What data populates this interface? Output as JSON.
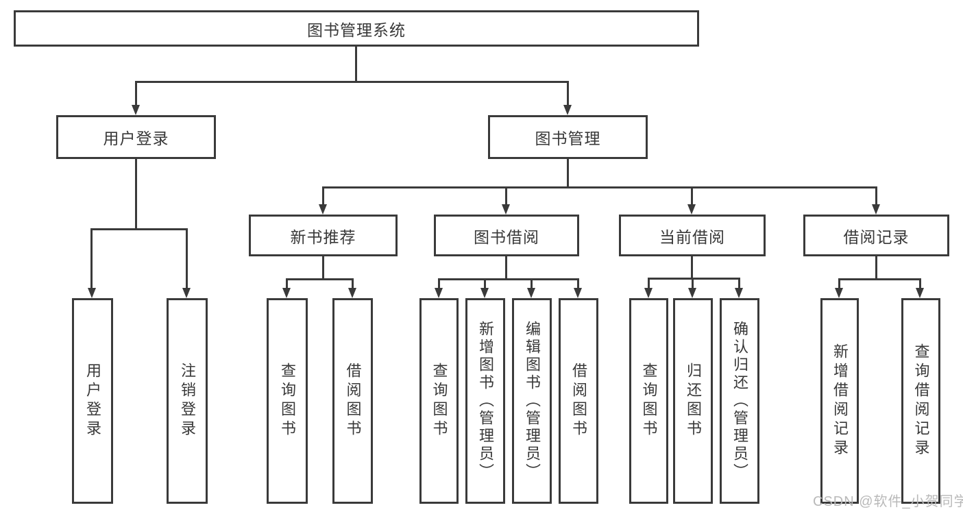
{
  "diagram": {
    "root": {
      "label": "图书管理系统"
    },
    "level2": [
      {
        "label": "用户登录"
      },
      {
        "label": "图书管理"
      }
    ],
    "level3": [
      {
        "label": "新书推荐"
      },
      {
        "label": "图书借阅"
      },
      {
        "label": "当前借阅"
      },
      {
        "label": "借阅记录"
      }
    ],
    "leaves": {
      "user_login": [
        "用户登录",
        "注销登录"
      ],
      "new_book": [
        "查询图书",
        "借阅图书"
      ],
      "book_borrow": [
        "查询图书",
        "新增图书（管理员）",
        "编辑图书（管理员）",
        "借阅图书"
      ],
      "current_borrow": [
        "查询图书",
        "归还图书",
        "确认归还（管理员）"
      ],
      "borrow_record": [
        "新增借阅记录",
        "查询借阅记录"
      ]
    },
    "colors": {
      "line": "#3a3a3a",
      "text": "#383838",
      "watermark": "#b9b9b9",
      "background": "#ffffff"
    },
    "watermark": "CSDN @软件_小贺同学"
  }
}
